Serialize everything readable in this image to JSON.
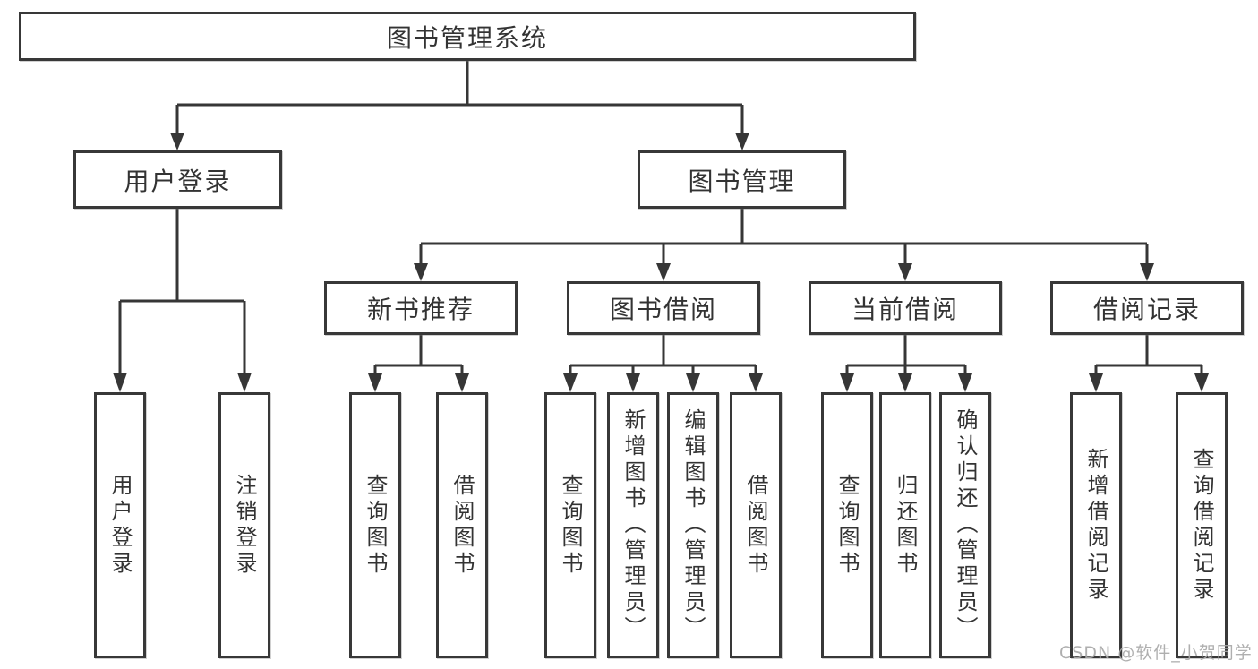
{
  "tree": {
    "root": {
      "label": "图书管理系统",
      "children": [
        {
          "label": "用户登录",
          "children": [
            {
              "label": "用户登录"
            },
            {
              "label": "注销登录"
            }
          ]
        },
        {
          "label": "图书管理",
          "children": [
            {
              "label": "新书推荐",
              "children": [
                {
                  "label": "查询图书"
                },
                {
                  "label": "借阅图书"
                }
              ]
            },
            {
              "label": "图书借阅",
              "children": [
                {
                  "label": "查询图书"
                },
                {
                  "label": "新增图书（管理员）"
                },
                {
                  "label": "编辑图书（管理员）"
                },
                {
                  "label": "借阅图书"
                }
              ]
            },
            {
              "label": "当前借阅",
              "children": [
                {
                  "label": "查询图书"
                },
                {
                  "label": "归还图书"
                },
                {
                  "label": "确认归还（管理员）"
                }
              ]
            },
            {
              "label": "借阅记录",
              "children": [
                {
                  "label": "新增借阅记录"
                },
                {
                  "label": "查询借阅记录"
                }
              ]
            }
          ]
        }
      ]
    }
  },
  "watermark": {
    "text": "CSDN @软件_小贺同学"
  },
  "colors": {
    "line": "#363636",
    "border": "#383838",
    "text": "#333333",
    "background": "#ffffff",
    "watermark": "#a9a9a9"
  }
}
